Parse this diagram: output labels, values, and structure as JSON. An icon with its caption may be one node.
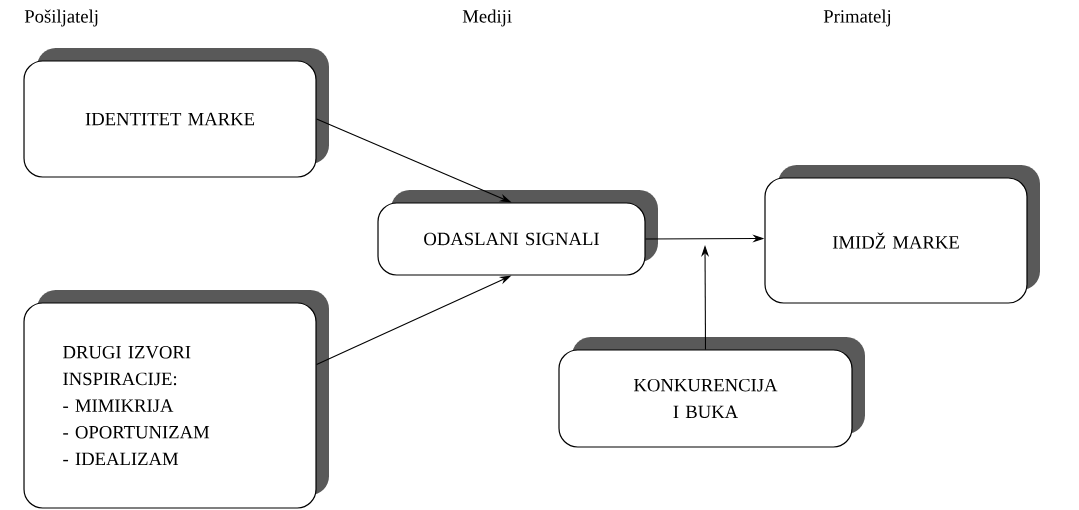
{
  "diagram": {
    "nodes": [
      {
        "text": [
          "IDENTITET MARKE"
        ]
      },
      {
        "text": [
          "ODASLANI SIGNALI"
        ]
      },
      {
        "text": [
          "IMIDŽ MARKE"
        ]
      },
      {
        "text": [
          "DRUGI IZVORI INSPIRACIJE:",
          "- MIMIKRIJA",
          "- OPORTUNIZAM",
          "- IDEALIZAM"
        ]
      },
      {
        "text": [
          "KONKURENCIJA I BUKA"
        ]
      }
    ],
    "edges": [
      {
        "from": 0,
        "to": 1,
        "arrow": "to"
      },
      {
        "from": 3,
        "to": 1,
        "arrow": "to"
      },
      {
        "from": 1,
        "to": 2,
        "arrow": "to"
      },
      {
        "from": 4,
        "to": null,
        "arrow": "to"
      }
    ],
    "labels": [
      "Pošiljatelj",
      "Mediji",
      "Primatelj"
    ]
  }
}
